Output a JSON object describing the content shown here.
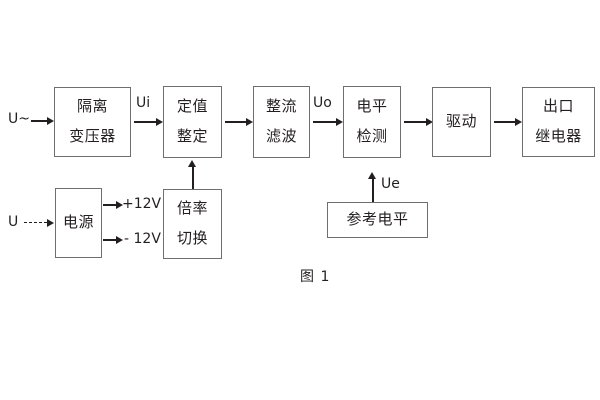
{
  "figure": {
    "caption": "图 1",
    "background_color": "#ffffff",
    "line_color": "#6f6f6f",
    "text_color": "#231f20"
  },
  "inputs": {
    "ac_input_label": "U~",
    "dc_input_label": "U"
  },
  "signals": {
    "ui": "Ui",
    "uo": "Uo",
    "ue": "Ue",
    "pos_supply": "+12V",
    "neg_supply": "- 12V"
  },
  "blocks": {
    "isolation_transformer": {
      "line1": "隔离",
      "line2": "变压器"
    },
    "setting_value": {
      "line1": "定值",
      "line2": "整定"
    },
    "rectify_filter": {
      "line1": "整流",
      "line2": "滤波"
    },
    "level_detection": {
      "line1": "电平",
      "line2": "检测"
    },
    "drive": {
      "line1": "驱动"
    },
    "output_relay": {
      "line1": "出口",
      "line2": "继电器"
    },
    "power_supply": {
      "line1": "电源"
    },
    "ratio_switch": {
      "line1": "倍率",
      "line2": "切换"
    },
    "reference_level": {
      "line1": "参考电平"
    }
  }
}
